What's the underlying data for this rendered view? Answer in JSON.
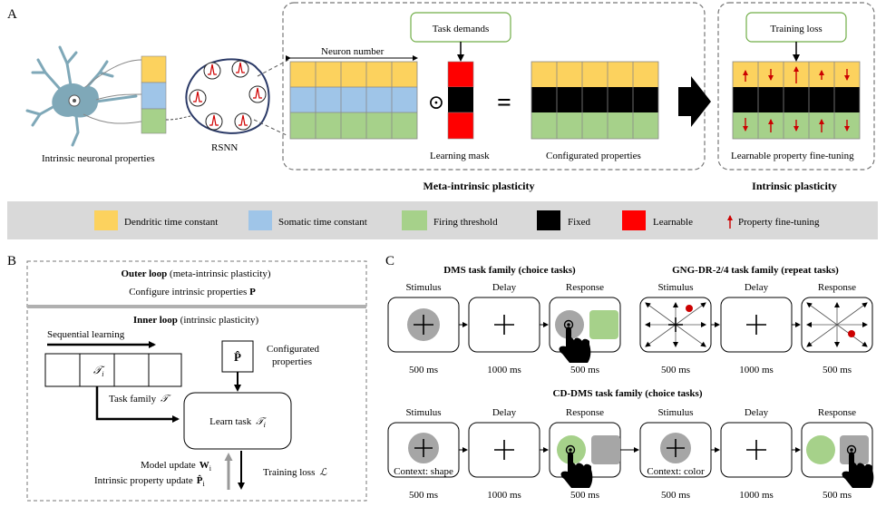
{
  "panel_a": {
    "label": "A",
    "neuron_caption": "Intrinsic neuronal properties",
    "rsnn_caption": "RSNN",
    "neuron_number": "Neuron number",
    "task_demands": "Task demands",
    "odot": "⊙",
    "equals": "=",
    "learning_mask": "Learning mask",
    "configurated_properties": "Configurated properties",
    "training_loss": "Training loss",
    "learnable_finetuning": "Learnable property fine-tuning",
    "meta_title": "Meta-intrinsic plasticity",
    "intrinsic_title": "Intrinsic plasticity"
  },
  "legend": [
    {
      "label": "Dendritic time constant",
      "color": "#fcd25e"
    },
    {
      "label": "Somatic time constant",
      "color": "#9fc5e8"
    },
    {
      "label": "Firing threshold",
      "color": "#a6d18a"
    },
    {
      "label": "Fixed",
      "color": "#000000"
    },
    {
      "label": "Learnable",
      "color": "#ff0000"
    },
    {
      "label": "Property fine-tuning",
      "color": "#cc0000"
    }
  ],
  "panel_b": {
    "label": "B",
    "outer_loop_bold": "Outer loop",
    "outer_loop_rest": " (meta-intrinsic plasticity)",
    "configure_text": "Configure intrinsic properties ",
    "configure_P": "P",
    "inner_loop_bold": "Inner loop",
    "inner_loop_rest": " (intrinsic plasticity)",
    "sequential_learning": "Sequential learning",
    "task_symbol": "𝒯",
    "task_sub": "i",
    "task_family": "Task family",
    "task_family_symbol": "𝒯",
    "phat": "P̂",
    "configurated_line1": "Configurated",
    "configurated_line2": "properties",
    "learn_task": "Learn task",
    "model_update": "Model update",
    "model_update_sym": "W",
    "intrinsic_update": "Intrinsic property update",
    "intrinsic_update_sym": "P̂",
    "training_loss": "Training loss",
    "loss_symbol": "ℒ"
  },
  "panel_c": {
    "label": "C",
    "dms_title": "DMS task family (choice tasks)",
    "gng_title": "GNG-DR-2/4 task family (repeat tasks)",
    "cd_title": "CD-DMS task family (choice tasks)",
    "stimulus": "Stimulus",
    "delay": "Delay",
    "response": "Response",
    "t500": "500 ms",
    "t1000": "1000 ms",
    "context_shape": "Context: shape",
    "context_color": "Context: color"
  },
  "colors": {
    "yellow": "#fcd25e",
    "blue": "#9fc5e8",
    "green": "#a6d18a",
    "red": "#ff0000",
    "arrow_red": "#cc0000",
    "gray_band": "#d9d9d9",
    "stim_gray": "#a6a6a6",
    "neuron": "#7fa8b8",
    "box_green": "#70ad47"
  }
}
